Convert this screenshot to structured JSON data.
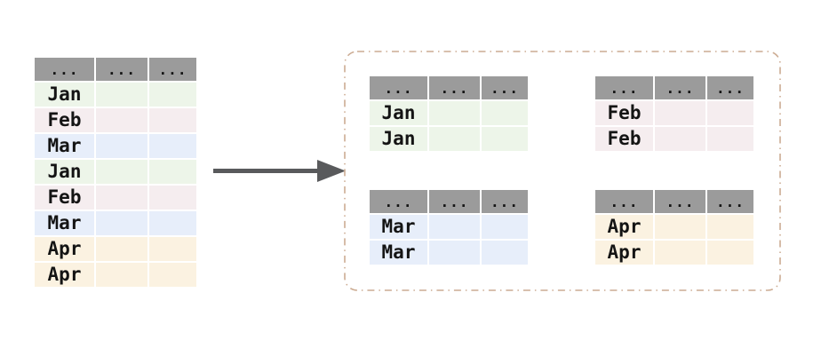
{
  "colors": {
    "header": "#9b9b9b",
    "jan": "#edf5e9",
    "feb": "#f5edef",
    "mar": "#e7eefa",
    "apr": "#fbf2e1",
    "arrow": "#595a5c",
    "box_border": "#ccac93",
    "text": "#141414",
    "background": "#ffffff"
  },
  "source_table": {
    "headers": [
      "...",
      "...",
      "..."
    ],
    "rows": [
      {
        "month": "Jan",
        "group": "jan"
      },
      {
        "month": "Feb",
        "group": "feb"
      },
      {
        "month": "Mar",
        "group": "mar"
      },
      {
        "month": "Jan",
        "group": "jan"
      },
      {
        "month": "Feb",
        "group": "feb"
      },
      {
        "month": "Mar",
        "group": "mar"
      },
      {
        "month": "Apr",
        "group": "apr"
      },
      {
        "month": "Apr",
        "group": "apr"
      }
    ]
  },
  "group_tables": [
    {
      "group": "jan",
      "headers": [
        "...",
        "...",
        "..."
      ],
      "rows": [
        {
          "month": "Jan"
        },
        {
          "month": "Jan"
        }
      ]
    },
    {
      "group": "feb",
      "headers": [
        "...",
        "...",
        "..."
      ],
      "rows": [
        {
          "month": "Feb"
        },
        {
          "month": "Feb"
        }
      ]
    },
    {
      "group": "mar",
      "headers": [
        "...",
        "...",
        "..."
      ],
      "rows": [
        {
          "month": "Mar"
        },
        {
          "month": "Mar"
        }
      ]
    },
    {
      "group": "apr",
      "headers": [
        "...",
        "...",
        "..."
      ],
      "rows": [
        {
          "month": "Apr"
        },
        {
          "month": "Apr"
        }
      ]
    }
  ]
}
